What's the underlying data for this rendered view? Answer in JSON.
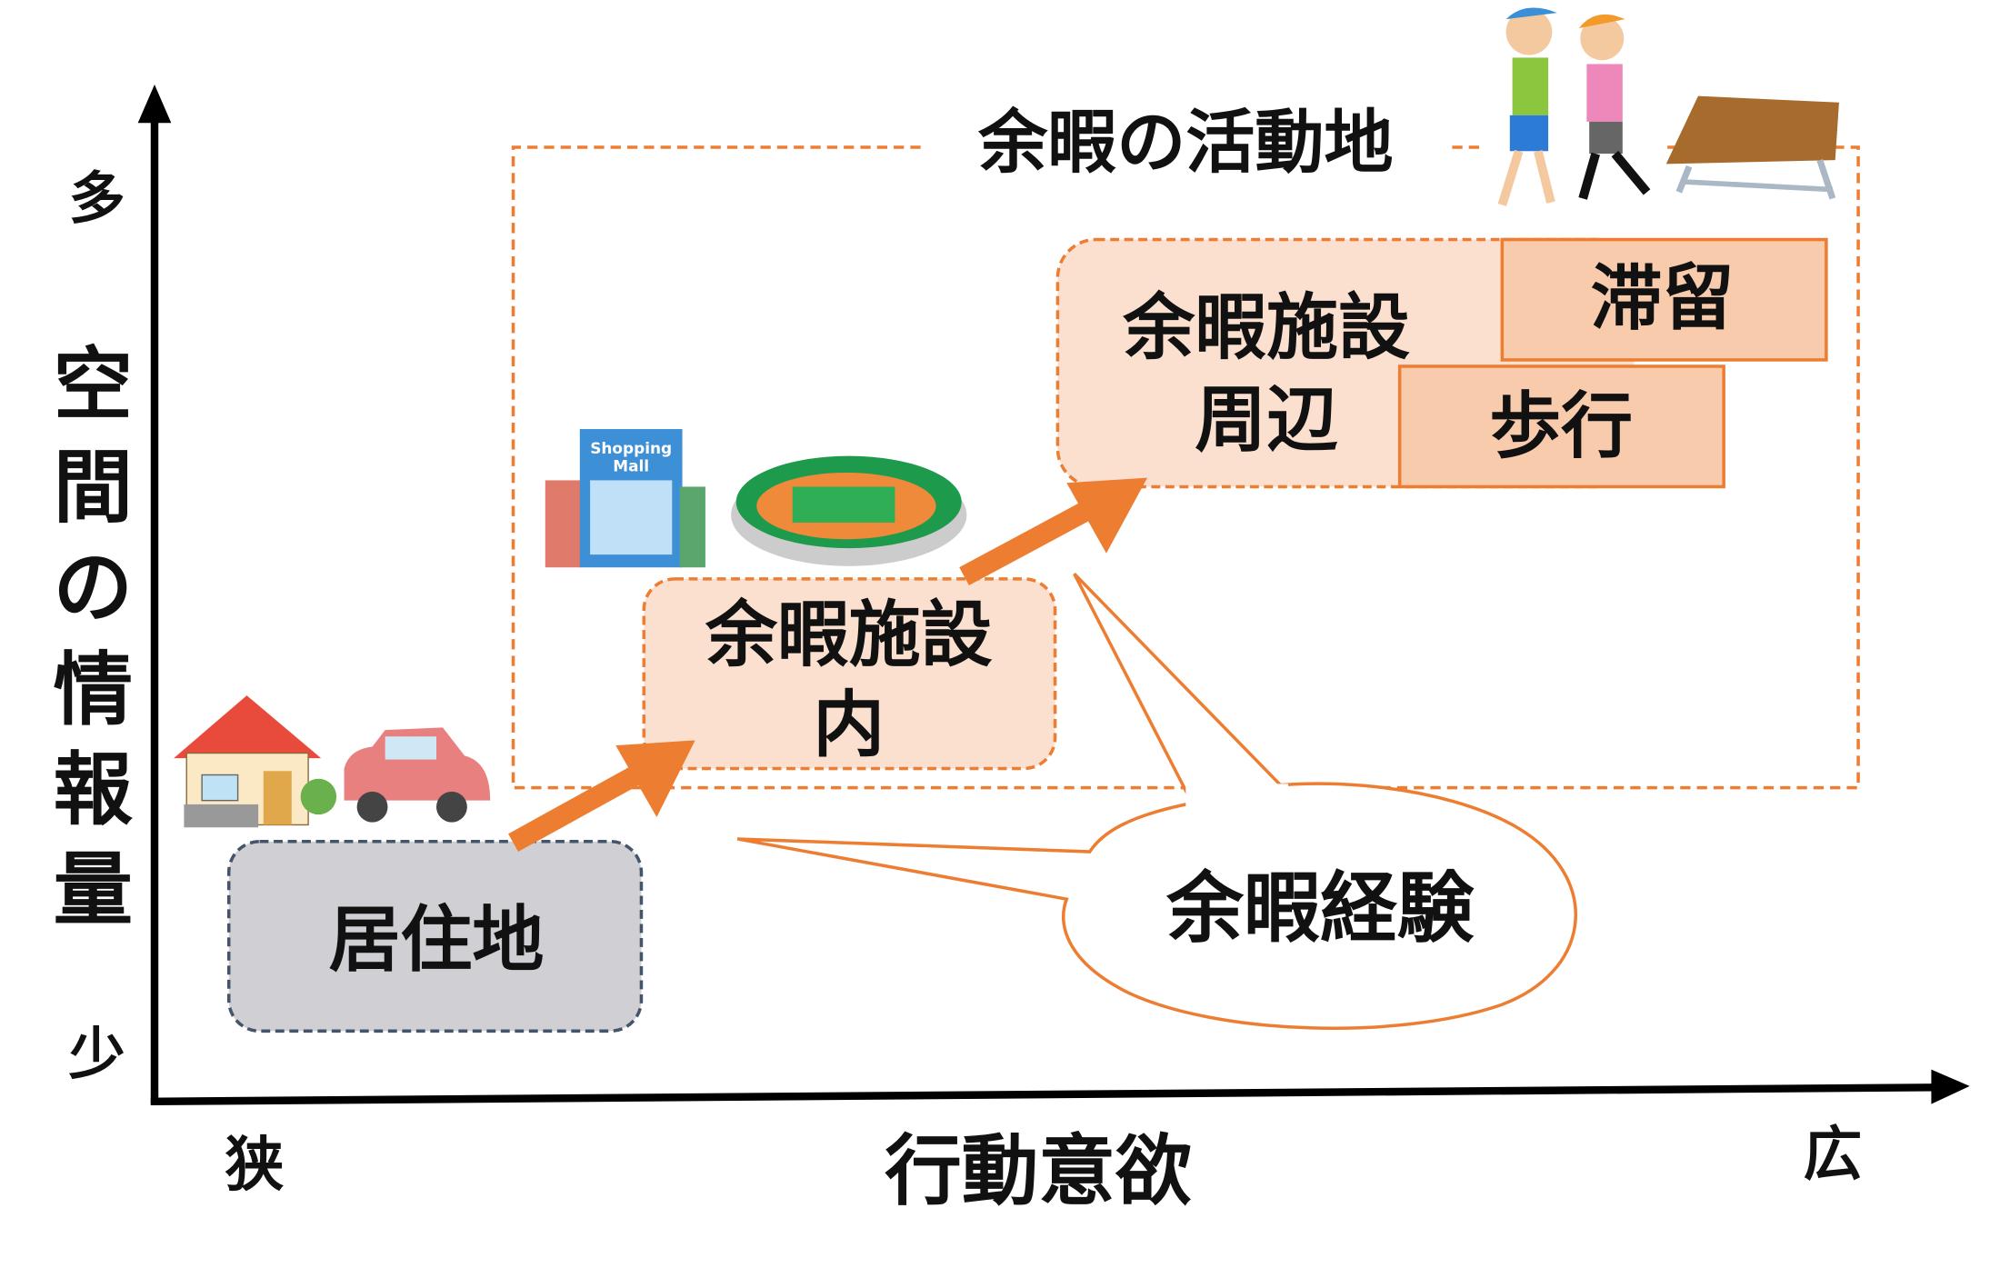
{
  "axes": {
    "y_title": [
      "空",
      "間",
      "の",
      "情",
      "報",
      "量"
    ],
    "y_high": "多",
    "y_low": "少",
    "x_title": "行動意欲",
    "x_low": "狭",
    "x_high": "広"
  },
  "region": {
    "title": "余暇の活動地"
  },
  "boxes": {
    "residence": "居住地",
    "facility_inside": [
      "余暇施設",
      "内"
    ],
    "facility_around": [
      "余暇施設",
      "周辺"
    ],
    "stay": "滞留",
    "walk": "歩行"
  },
  "bubble": {
    "label": "余暇経験"
  },
  "mall_sign": [
    "Shopping",
    "Mall"
  ],
  "colors": {
    "accent": "#ed7d31",
    "box_fill": "#fbe0d0",
    "tag_fill": "#f8cbad",
    "residence_fill": "#d0cfd4",
    "residence_stroke": "#44546a"
  }
}
